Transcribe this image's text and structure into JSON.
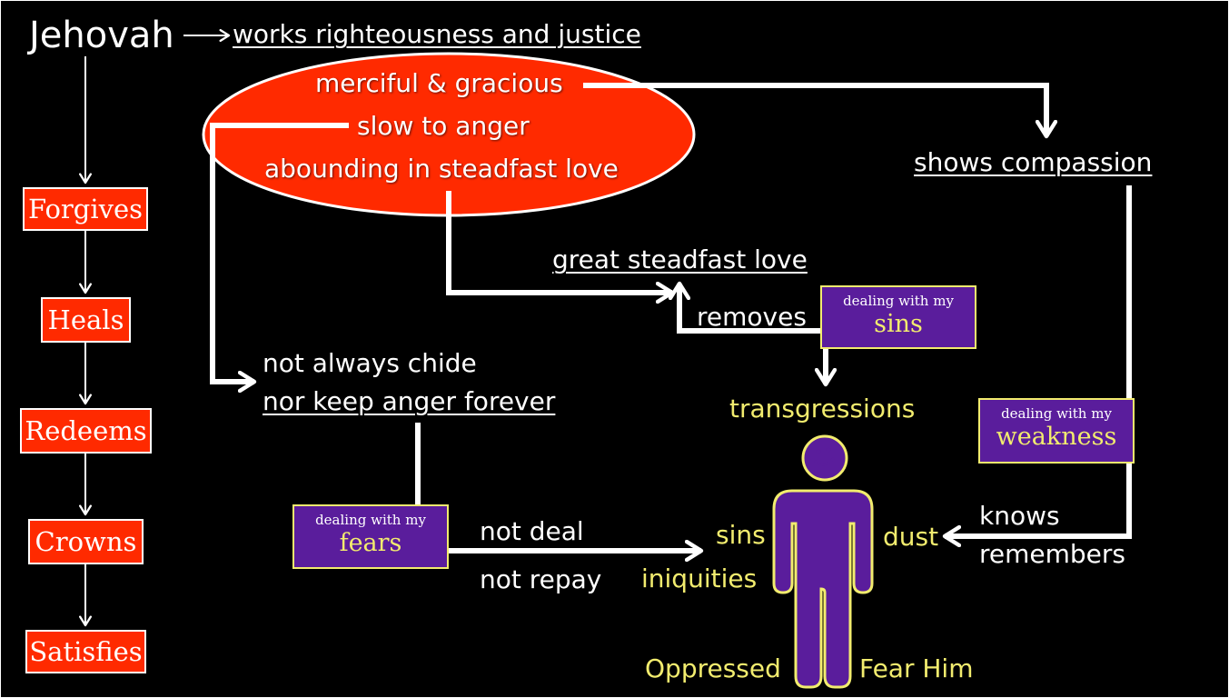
{
  "title": "Jehovah",
  "works": "works righteousness and justice",
  "attributes": [
    "merciful & gracious",
    "slow to anger",
    "abounding in steadfast love"
  ],
  "benefits": [
    "Forgives",
    "Heals",
    "Redeems",
    "Crowns",
    "Satisfies"
  ],
  "compassion": "shows compassion",
  "great_love": "great steadfast love",
  "removes": "removes",
  "chide": [
    "not always chide",
    "nor keep anger forever"
  ],
  "dealing": {
    "prefix": "dealing with my",
    "sins": "sins",
    "weakness": "weakness",
    "fears": "fears"
  },
  "transgressions": "transgressions",
  "not_deal": "not deal",
  "not_repay": "not repay",
  "person_sins": "sins",
  "iniquities": "iniquities",
  "dust": "dust",
  "knows": "knows",
  "remembers": "remembers",
  "oppressed": "Oppressed",
  "fear_him": "Fear Him",
  "colors": {
    "background": "#000000",
    "red": "#ff2a00",
    "purple": "#5a1d9c",
    "yellow": "#f2ec6e",
    "white": "#ffffff"
  }
}
